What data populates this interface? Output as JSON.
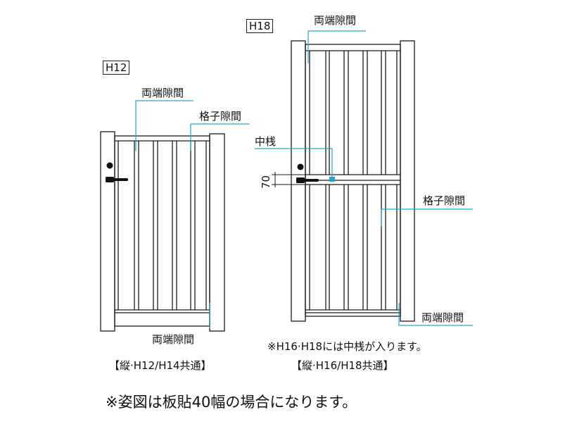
{
  "left_gate": {
    "tag": "H12",
    "label_both_end_gap_top": "両端隙間",
    "label_lattice_gap": "格子隙間",
    "label_both_end_gap_bottom": "両端隙間",
    "caption": "【縦·H12/H14共通】"
  },
  "right_gate": {
    "tag": "H18",
    "label_both_end_gap_top": "両端隙間",
    "label_middle_rail": "中桟",
    "dimension_value": "70",
    "label_lattice_gap": "格子隙間",
    "label_both_end_gap_bottom": "両端隙間",
    "note_middle_rail": "※H16·H18には中桟が入ります。",
    "caption": "【縦·H16/H18共通】"
  },
  "footnote": "※姿図は板貼40幅の場合になります。",
  "colors": {
    "line": "#1a1a1a",
    "leader": "#2aa3c8",
    "marker": "#2aa3c8"
  }
}
